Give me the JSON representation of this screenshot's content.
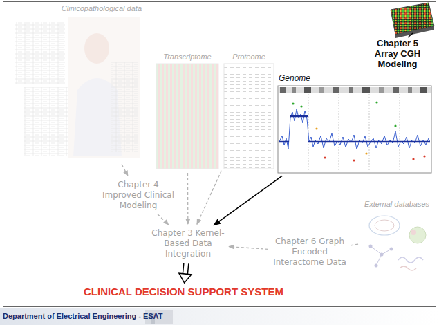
{
  "diagram": {
    "nodes": [
      {
        "text": [
          "Clinicopathological data"
        ]
      },
      {
        "text": [
          "Transcriptome"
        ]
      },
      {
        "text": [
          "Proteome"
        ]
      },
      {
        "text": [
          "Genome"
        ]
      },
      {
        "text": [
          "Chapter 5 Array CGH Modeling"
        ]
      },
      {
        "text": [
          "Chapter 4 Improved Clinical Modeling"
        ]
      },
      {
        "text": [
          "Chapter 3 Kernel-Based Data Integration"
        ]
      },
      {
        "text": [
          "External databases"
        ]
      },
      {
        "text": [
          "Chapter 6 Graph Encoded Interactome Data"
        ]
      },
      {
        "text": [
          "CLINICAL DECISION SUPPORT SYSTEM"
        ]
      }
    ],
    "edges": [
      {
        "from": 0,
        "to": 5,
        "arrow": "to"
      },
      {
        "from": 5,
        "to": 6,
        "arrow": "to"
      },
      {
        "from": 1,
        "to": 6,
        "arrow": "to"
      },
      {
        "from": 2,
        "to": 6,
        "arrow": "to"
      },
      {
        "from": 3,
        "to": 6,
        "arrow": "to"
      },
      {
        "from": 8,
        "to": 6,
        "arrow": "to"
      },
      {
        "from": 7,
        "to": 8,
        "arrow": "none"
      },
      {
        "from": 6,
        "to": 9,
        "arrow": "to"
      }
    ],
    "labels": [
      "Department of Electrical Engineering - ESAT"
    ]
  }
}
